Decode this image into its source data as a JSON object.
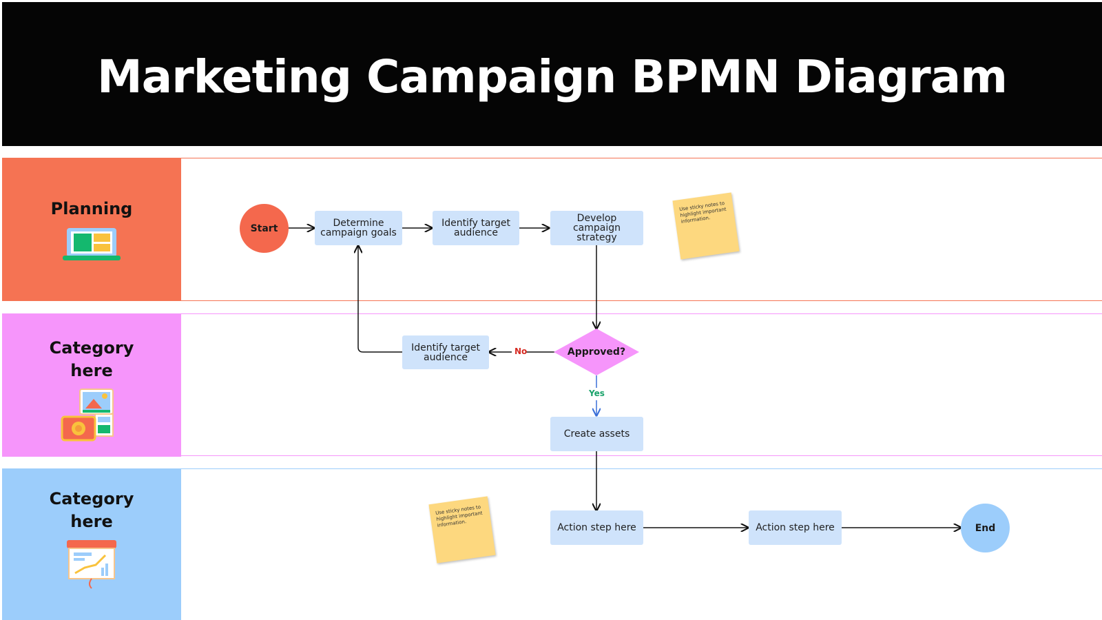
{
  "title": "Marketing Campaign BPMN Diagram",
  "colors": {
    "header_bg": "#050505",
    "lane_planning": "#f57353",
    "lane_category_1": "#f695fb",
    "lane_category_2": "#9ccdfb",
    "task_fill": "#cfe3fb",
    "start": "#f4684d",
    "end": "#9ccdfb",
    "gateway": "#f695fb",
    "sticky": "#fdd87f",
    "no_label": "#d62a22",
    "yes_label": "#1aa36b",
    "yes_arrow": "#3a6fd8"
  },
  "lanes": [
    {
      "name": "Planning",
      "icon": "laptop-icon"
    },
    {
      "name": "Category here",
      "icon": "photo-gallery-icon"
    },
    {
      "name": "Category here",
      "icon": "presentation-chart-icon"
    }
  ],
  "nodes": {
    "start": "Start",
    "determine_goals": "Determine campaign goals",
    "identify_audience_1": "Identify target audience",
    "develop_strategy": "Develop campaign strategy",
    "approved": "Approved?",
    "identify_audience_2": "Identify target audience",
    "create_assets": "Create assets",
    "action_step_1": "Action step here",
    "action_step_2": "Action step here",
    "end": "End"
  },
  "edge_labels": {
    "no": "No",
    "yes": "Yes"
  },
  "sticky_notes": [
    "Use sticky notes to highlight important information.",
    "Use sticky notes to highlight important information."
  ]
}
